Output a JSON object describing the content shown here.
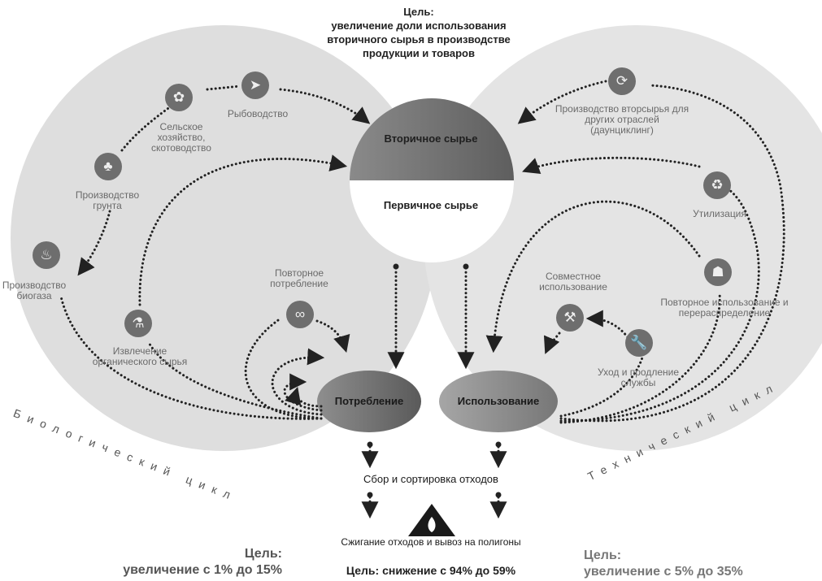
{
  "top_goal": {
    "title": "Цель:",
    "text": [
      "увеличение доли использования",
      "вторичного сырья в производстве",
      "продукции и товаров"
    ]
  },
  "center": {
    "secondary": "Вторичное сырье",
    "primary": "Первичное сырье"
  },
  "bio_cycle": {
    "label": "Биологический цикл",
    "nodes": {
      "agriculture": "Сельское хозяйство, скотоводство",
      "fish": "Рыбоводство",
      "soil": "Производство грунта",
      "biogas": "Производство биогаза",
      "organic": "Извлечение органического сырья",
      "reuse": "Повторное потребление"
    },
    "goal_title": "Цель:",
    "goal_text": "увеличение с 1% до 15%"
  },
  "tech_cycle": {
    "label": "Технический цикл",
    "nodes": {
      "downcycling": "Производство вторсырья для других отраслей (даунциклинг)",
      "recycling": "Утилизация",
      "redistribution": "Повторное использование и перераспределение",
      "sharing": "Совместное использование",
      "maintenance": "Уход и продление службы"
    },
    "goal_title": "Цель:",
    "goal_text": "увеличение с 5% до 35%"
  },
  "consumption": "Потребление",
  "usage": "Использование",
  "collection": "Сбор и сортировка отходов",
  "incineration": "Сжигание отходов и вывоз на полигоны",
  "bottom_goal": "Цель: снижение с 94% до 59%",
  "icons": {
    "agriculture": "wheat-icon",
    "fish": "fish-icon",
    "soil": "sprout-icon",
    "biogas": "flame-icon",
    "organic": "beaker-icon",
    "reuse": "loop-icon",
    "downcycling": "refresh-icon",
    "recycling": "recycle-icon",
    "redistribution": "worker-icon",
    "sharing": "hammers-icon",
    "maintenance": "wrench-icon",
    "incineration": "fire-warning-icon"
  }
}
